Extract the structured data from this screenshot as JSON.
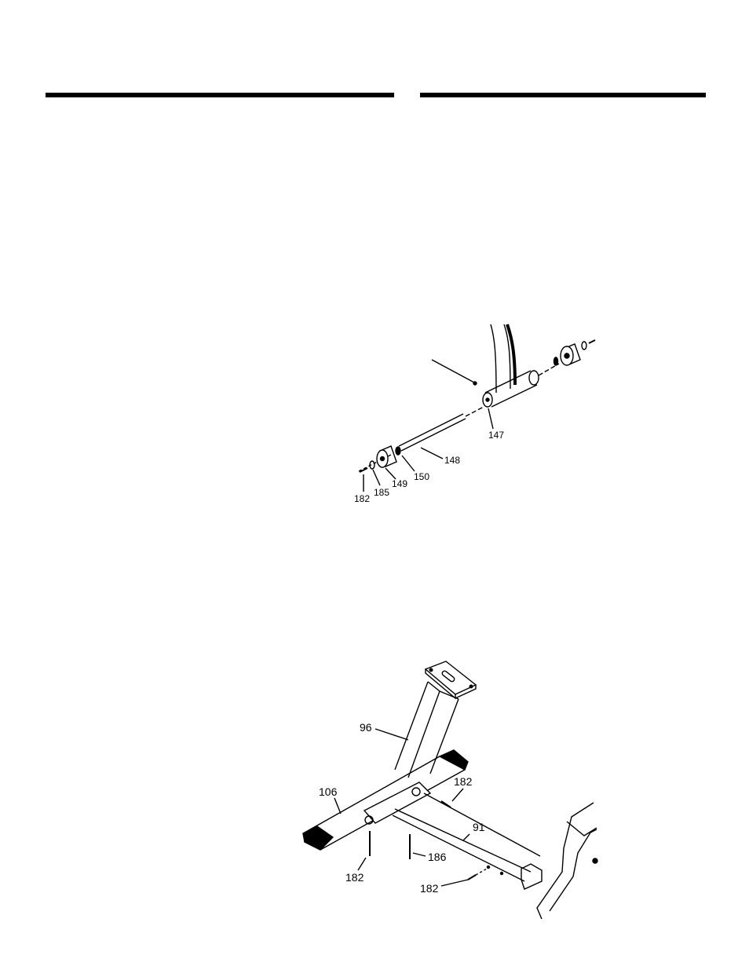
{
  "page": {
    "background": "#ffffff",
    "ink": "#000000"
  },
  "figure_top": {
    "callouts": {
      "c147": "147",
      "c148": "148",
      "c150": "150",
      "c149": "149",
      "c185": "185",
      "c182": "182"
    }
  },
  "figure_bottom": {
    "callouts": {
      "c96": "96",
      "c106": "106",
      "c182_right": "182",
      "c91": "91",
      "c186": "186",
      "c182_left": "182",
      "c182_bottom": "182"
    }
  }
}
